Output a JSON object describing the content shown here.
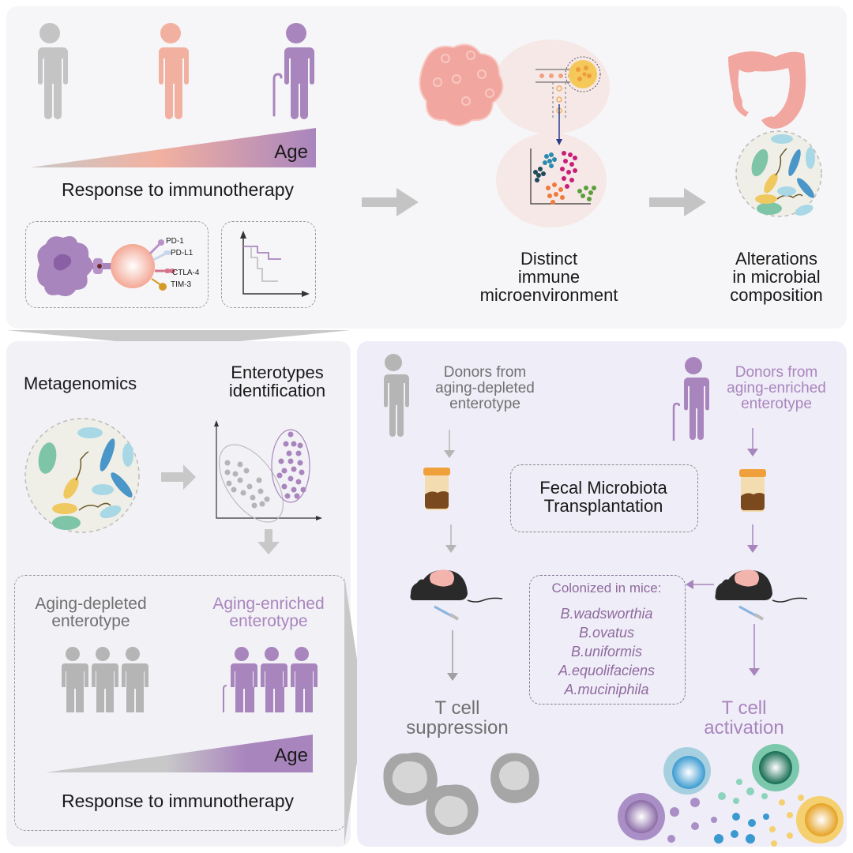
{
  "colors": {
    "gray": "#b5b5b5",
    "salmon": "#f2b1a0",
    "purple": "#a985be",
    "purple_text": "#8e6a9e",
    "gray_text": "#707070",
    "panel_top": "#f6f6f8",
    "panel_left": "#f2f1f6",
    "panel_right": "#efedf7",
    "arrow_gray": "#c4c4c4"
  },
  "top": {
    "age_label": "Age",
    "response_label": "Response to immunotherapy",
    "checkpoints": [
      "PD-1",
      "PD-L1",
      "CTLA-4",
      "TIM-3"
    ],
    "distinct_label": "Distinct\nimmune\nmicroenvironment",
    "alterations_label": "Alterations\nin microbial\ncomposition"
  },
  "left": {
    "metagenomics_label": "Metagenomics",
    "enterotypes_label": "Enterotypes\nidentification",
    "depleted_label": "Aging-depleted\nenterotype",
    "enriched_label": "Aging-enriched\nenterotype",
    "age_label": "Age",
    "response_label": "Response to immunotherapy"
  },
  "right": {
    "donor_depleted_label": "Donors from\naging-depleted\nenterotype",
    "donor_enriched_label": "Donors from\naging-enriched\nenterotype",
    "fmt_label": "Fecal Microbiota\nTransplantation",
    "colonized_title": "Colonized in mice:",
    "species": [
      "B.wadsworthia",
      "B.ovatus",
      "B.uniformis",
      "A.equolifaciens",
      "A.muciniphila"
    ],
    "suppression_label": "T cell\nsuppression",
    "activation_label": "T cell\nactivation"
  }
}
